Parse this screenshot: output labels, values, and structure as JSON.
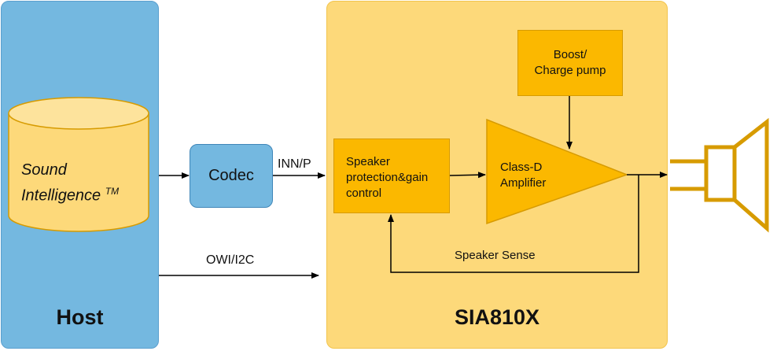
{
  "host": {
    "title": "Host",
    "app_line1": "Sound",
    "app_line2": "Intelligence",
    "trademark": "TM"
  },
  "chip": {
    "title": "SIA810X"
  },
  "codec": {
    "label": "Codec"
  },
  "boost": {
    "line1": "Boost/",
    "line2": "Charge pump"
  },
  "speaker_protection": {
    "line1": "Speaker",
    "line2": "protection&gain",
    "line3": "control"
  },
  "amplifier": {
    "line1": "Class-D",
    "line2": "Amplifier"
  },
  "signals": {
    "inn_p": "INN/P",
    "owi_i2c": "OWI/I2C",
    "speaker_sense": "Speaker Sense"
  },
  "colors": {
    "host_fill": "#74b8e0",
    "chip_fill": "#fdd97a",
    "block_fill": "#fbb800",
    "speaker_stroke": "#d79b00"
  }
}
